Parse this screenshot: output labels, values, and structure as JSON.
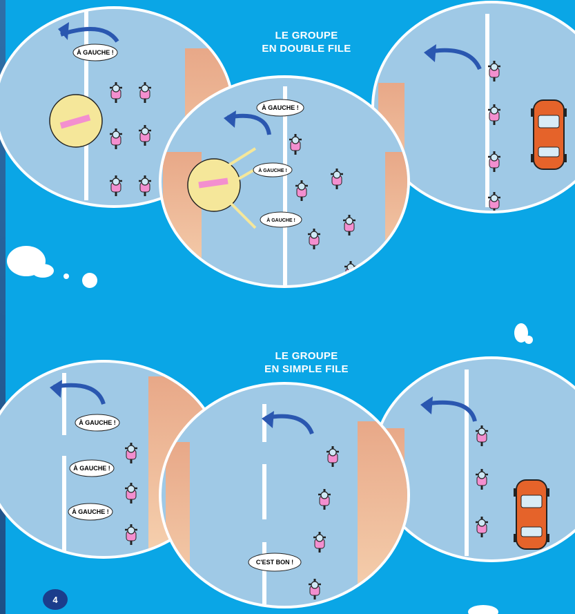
{
  "sections": [
    {
      "title_line1": "LE GROUPE",
      "title_line2": "EN DOUBLE FILE"
    },
    {
      "title_line1": "LE GROUPE",
      "title_line2": "EN SIMPLE FILE"
    }
  ],
  "bubbles": {
    "left_turn": "À GAUCHE !",
    "ok": "C'EST BON !"
  },
  "page_number": "4",
  "colors": {
    "background": "#0aa6e6",
    "road": "#9fc9e6",
    "sidewalk": "#e8a888",
    "arrow": "#2a57b0",
    "car": "#e5632a",
    "jersey": "#f38fcf"
  }
}
